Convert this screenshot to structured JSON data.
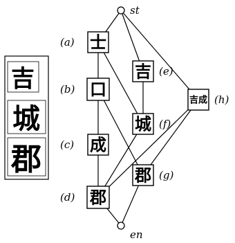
{
  "diagram": {
    "start_label": "st",
    "end_label": "en",
    "nodes": [
      {
        "id": "a",
        "label": "(a)",
        "glyph": "士"
      },
      {
        "id": "b",
        "label": "(b)",
        "glyph": "口"
      },
      {
        "id": "c",
        "label": "(c)",
        "glyph": "成"
      },
      {
        "id": "d",
        "label": "(d)",
        "glyph": "郡"
      },
      {
        "id": "e",
        "label": "(e)",
        "glyph": "吉"
      },
      {
        "id": "f",
        "label": "(f)",
        "glyph": "城"
      },
      {
        "id": "g",
        "label": "(g)",
        "glyph": "郡"
      },
      {
        "id": "h",
        "label": "(h)",
        "glyph": "吉成"
      }
    ],
    "edges": [
      [
        "st",
        "a"
      ],
      [
        "st",
        "e"
      ],
      [
        "st",
        "h"
      ],
      [
        "a",
        "b"
      ],
      [
        "a",
        "f"
      ],
      [
        "b",
        "c"
      ],
      [
        "b",
        "g"
      ],
      [
        "e",
        "f"
      ],
      [
        "c",
        "d"
      ],
      [
        "f",
        "d"
      ],
      [
        "h",
        "g"
      ],
      [
        "h",
        "d"
      ],
      [
        "g",
        "en"
      ],
      [
        "d",
        "en"
      ]
    ],
    "source_image_glyphs": [
      "吉",
      "城",
      "郡"
    ]
  }
}
